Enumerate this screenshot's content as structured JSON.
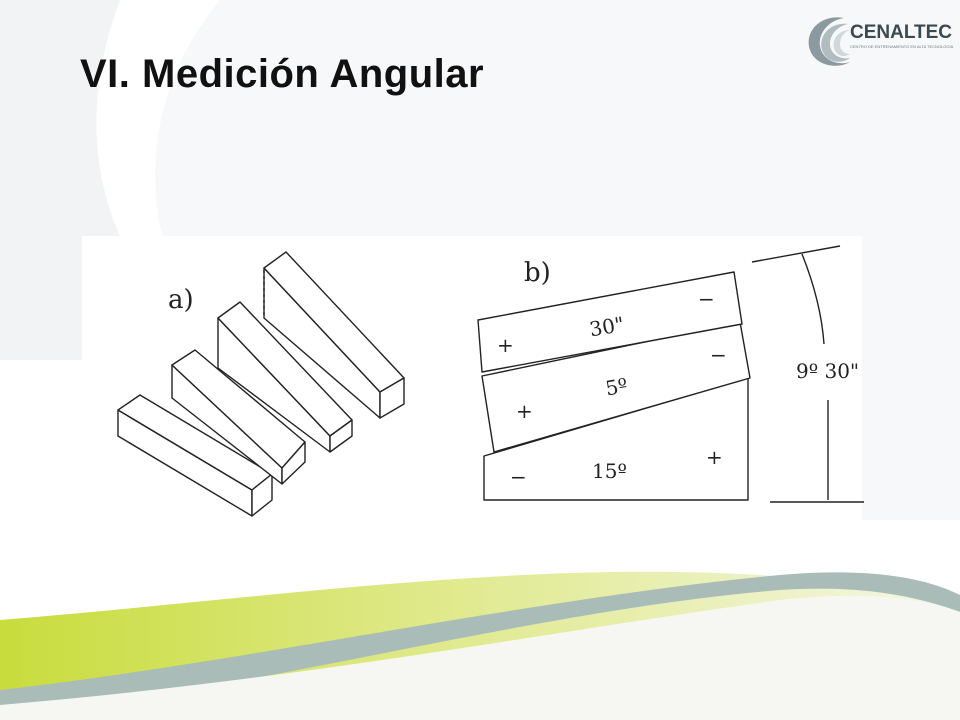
{
  "slide": {
    "title": "VI. Medición Angular"
  },
  "logo": {
    "name": "CENALTEC",
    "tagline": "CENTRO DE ENTRENAMIENTO EN ALTA TECNOLOGIA"
  },
  "figure_a": {
    "label": "a)"
  },
  "figure_b": {
    "label": "b)",
    "blocks": [
      {
        "angle": "30\"",
        "left_sign": "+",
        "right_sign": "−"
      },
      {
        "angle": "5º",
        "left_sign": "+",
        "right_sign": "−"
      },
      {
        "angle": "15º",
        "left_sign": "−",
        "right_sign": "+"
      }
    ],
    "result": "9º 30\""
  },
  "colors": {
    "accent_green": "#c8dc3c",
    "accent_gray": "#a9bcb8",
    "ink": "#222222"
  }
}
